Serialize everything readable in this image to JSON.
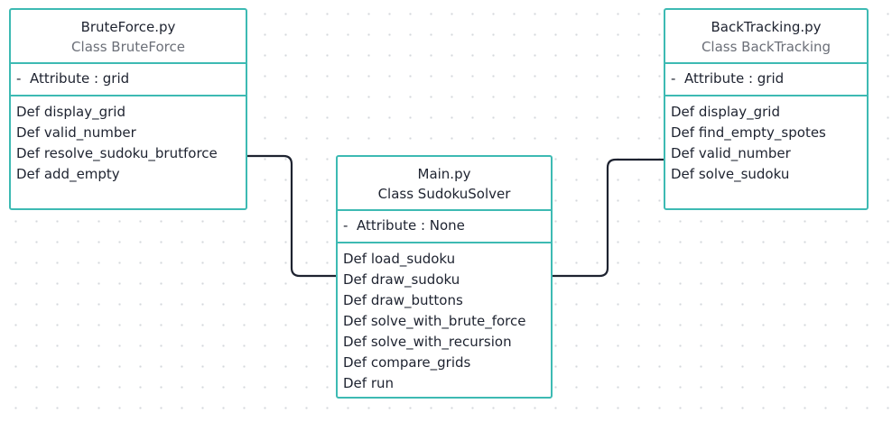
{
  "diagram": {
    "classes": {
      "brute": {
        "file": "BruteForce.py",
        "classname": "Class BruteForce",
        "attribute": "-  Attribute : grid",
        "methods": [
          "Def display_grid",
          "Def valid_number",
          "Def resolve_sudoku_brutforce",
          "Def add_empty"
        ]
      },
      "main": {
        "file": "Main.py",
        "classname": "Class SudokuSolver",
        "attribute": "-  Attribute : None",
        "methods": [
          "Def load_sudoku",
          "Def draw_sudoku",
          "Def draw_buttons",
          "Def solve_with_brute_force",
          "Def solve_with_recursion",
          "Def compare_grids",
          "Def run"
        ]
      },
      "back": {
        "file": "BackTracking.py",
        "classname": "Class BackTracking",
        "attribute": "-  Attribute : grid",
        "methods": [
          "Def display_grid",
          "Def find_empty_spotes",
          "Def valid_number",
          "Def solve_sudoku"
        ]
      }
    },
    "connectors": [
      {
        "from": "brute",
        "to": "main"
      },
      {
        "from": "main",
        "to": "back"
      }
    ],
    "colors": {
      "border": "#3dbab3",
      "connector": "#1e2330",
      "classname_text": "#6b6f78"
    }
  }
}
